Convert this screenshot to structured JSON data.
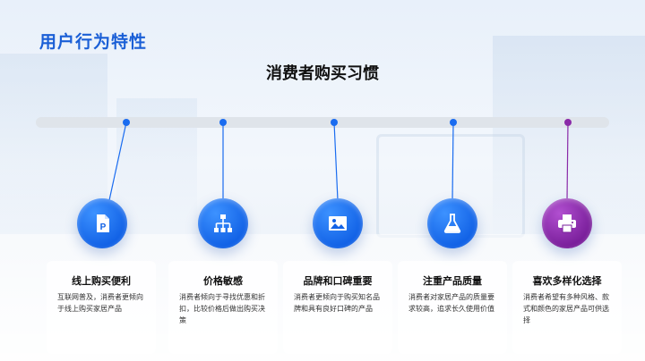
{
  "header": {
    "title": "用户行为特性"
  },
  "section": {
    "title": "消费者购买习惯"
  },
  "items": [
    {
      "title": "线上购买便利",
      "desc": "互联网普及，消费者更倾向于线上购买家居产品",
      "icon": "document-p-icon",
      "color": "#1a6cf0"
    },
    {
      "title": "价格敏感",
      "desc": "消费者倾向于寻找优惠和折扣，比较价格后做出购买决策",
      "icon": "hierarchy-icon",
      "color": "#1a6cf0"
    },
    {
      "title": "品牌和口碑重要",
      "desc": "消费者更倾向于购买知名品牌和具有良好口碑的产品",
      "icon": "image-icon",
      "color": "#1a6cf0"
    },
    {
      "title": "注重产品质量",
      "desc": "消费者对家居产品的质量要求较高，追求长久使用价值",
      "icon": "flask-icon",
      "color": "#1a6cf0"
    },
    {
      "title": "喜欢多样化选择",
      "desc": "消费者希望有多种风格、款式和颜色的家居产品可供选择",
      "icon": "printer-icon",
      "color": "#8a2aa8"
    }
  ]
}
